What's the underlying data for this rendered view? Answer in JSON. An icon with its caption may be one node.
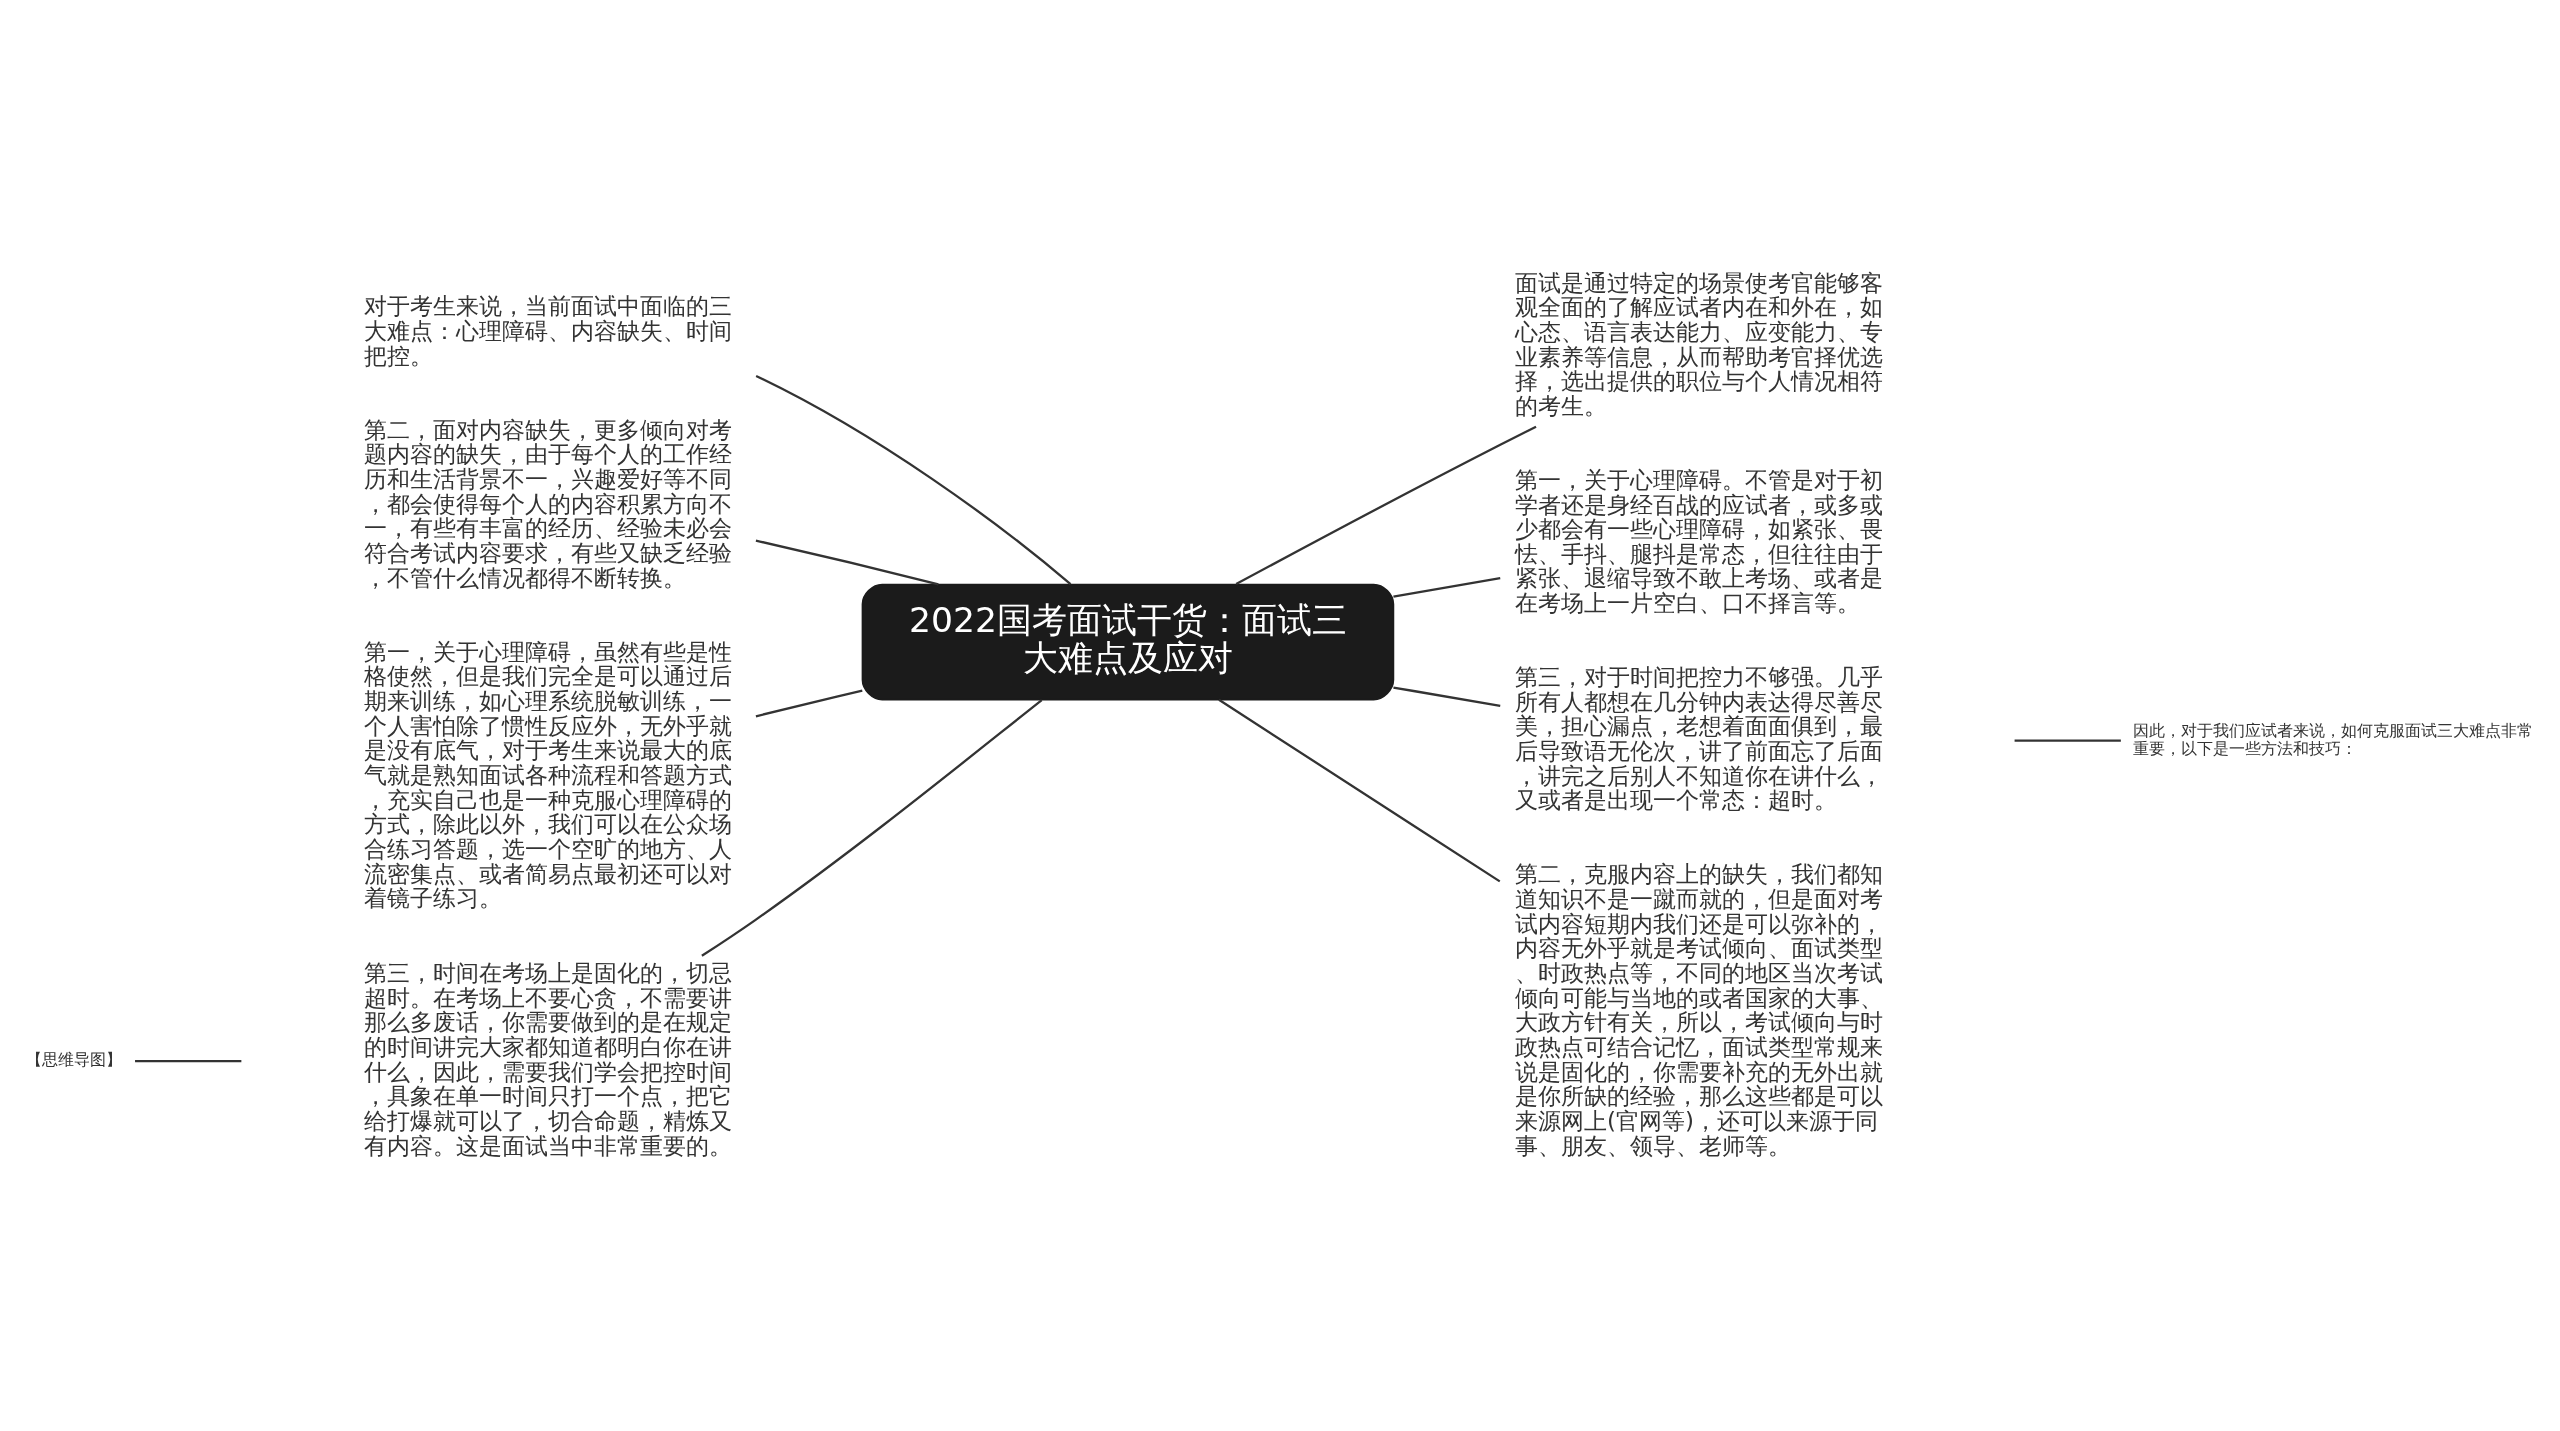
{
  "diagram": {
    "nodes": [
      {
        "text": [
          "2022国考面试干货：面试三大难点及应对"
        ]
      },
      {
        "text": [
          "对于考生来说，当前面试中面临的三大难点：心理障碍、内容缺失、时间把控。"
        ]
      },
      {
        "text": [
          "第二，面对内容缺失，更多倾向对考题内容的缺失，由于每个人的工作经历和生活背景不一，兴趣爱好等不同，都会使得每个人的内容积累方向不一，有些有丰富的经历、经验未必会符合考试内容要求，有些又缺乏经验，不管什么情况都得不断转换。"
        ]
      },
      {
        "text": [
          "第一，关于心理障碍，虽然有些是性格使然，但是我们完全是可以通过后期来训练，如心理系统脱敏训练，一个人害怕除了惯性反应外，无外乎就是没有底气，对于考生来说最大的底气就是熟知面试各种流程和答题方式，充实自己也是一种克服心理障碍的方式，除此以外，我们可以在公众场合练习答题，选一个空旷的地方、人流密集点、或者简易点最初还可以对着镜子练习。"
        ]
      },
      {
        "text": [
          "第三，时间在考场上是固化的，切忌超时。在考场上不要心贪，不需要讲那么多废话，你需要做到的是在规定的时间讲完大家都知道都明白你在讲什么，因此，需要我们学会把控时间，具象在单一时间只打一个点，把它给打爆就可以了，切合命题，精炼又有内容。这是面试当中非常重要的。"
        ]
      },
      {
        "text": [
          "面试是通过特定的场景使考官能够客观全面的了解应试者内在和外在，如心态、语言表达能力、应变能力、专业素养等信息，从而帮助考官择优选择，选出提供的职位与个人情况相符的考生。"
        ]
      },
      {
        "text": [
          "第一，关于心理障碍。不管是对于初学者还是身经百战的应试者，或多或少都会有一些心理障碍，如紧张、畏怯、手抖、腿抖是常态，但往往由于紧张、退缩导致不敢上考场、或者是在考场上一片空白、口不择言等。"
        ]
      },
      {
        "text": [
          "第三，对于时间把控力不够强。几乎所有人都想在几分钟内表达得尽善尽美，担心漏点，老想着面面俱到，最后导致语无伦次，讲了前面忘了后面，讲完之后别人不知道你在讲什么，又或者是出现一个常态：超时。"
        ]
      },
      {
        "text": [
          "第二，克服内容上的缺失，我们都知道知识不是一蹴而就的，但是面对考试内容短期内我们还是可以弥补的，内容无外乎就是考试倾向、面试类型、时政热点等，不同的地区当次考试倾向可能与当地的或者国家的大事、大政方针有关，所以，考试倾向与时政热点可结合记忆，面试类型常规来说是固化的，你需要补充的无外出就是你所缺的经验，那么这些都是可以来源网上(官网等)，还可以来源于同事、朋友、领导、老师等。"
        ]
      },
      {
        "text": [
          "因此，对于我们应试者来说，如何克服面试三大难点非常重要，以下是一些方法和技巧："
        ]
      },
      {
        "text": [
          "【思维导图】"
        ]
      }
    ],
    "edges": [
      {
        "from": 0,
        "to": 1,
        "arrow": "none"
      },
      {
        "from": 0,
        "to": 2,
        "arrow": "none"
      },
      {
        "from": 0,
        "to": 3,
        "arrow": "none"
      },
      {
        "from": 0,
        "to": 4,
        "arrow": "none"
      },
      {
        "from": 0,
        "to": 5,
        "arrow": "none"
      },
      {
        "from": 0,
        "to": 6,
        "arrow": "none"
      },
      {
        "from": 0,
        "to": 7,
        "arrow": "none"
      },
      {
        "from": 0,
        "to": 8,
        "arrow": "none"
      },
      {
        "from": null,
        "to": 9,
        "arrow": "none"
      },
      {
        "from": 10,
        "to": null,
        "arrow": "none"
      }
    ]
  }
}
